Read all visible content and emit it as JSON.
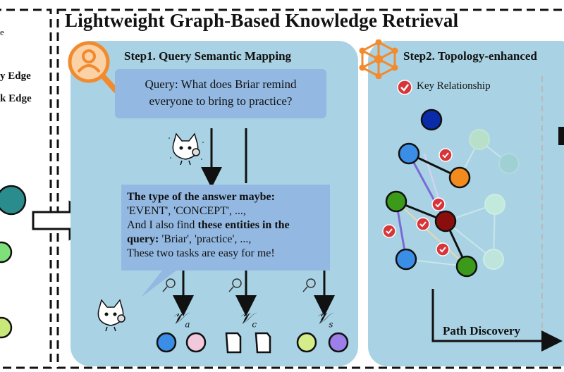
{
  "title": "Lightweight Graph-Based Knowledge Retrieval",
  "legend": {
    "item1": "y Edge",
    "item2": "k Edge",
    "fragment": "e"
  },
  "step1": {
    "title": "Step1. Query Semantic Mapping",
    "query_line1": "Query: What does Briar remind",
    "query_line2": "everyone to bring to practice?",
    "answer_bold1": "The type of the answer maybe:",
    "answer_line2": "'EVENT', 'CONCEPT', ...,",
    "answer_line3_prefix": "And I also find ",
    "answer_line3_bold": "these entities in the",
    "answer_line4_bold": "query:",
    "answer_line4_rest": " 'Briar', 'practice', ...,",
    "answer_line5": "These two tasks are easy for me!",
    "v_labels": [
      {
        "base": "𝒱",
        "sub": "a"
      },
      {
        "base": "𝒱",
        "sub": "c"
      },
      {
        "base": "𝒱",
        "sub": "s"
      }
    ]
  },
  "step2": {
    "title": "Step2. Topology-enhanced",
    "key_relationship": "Key Relationship",
    "path_discovery": "Path Discovery"
  },
  "colors": {
    "panel": "#a9d3e4",
    "box": "#93b9e2",
    "icon_orange": "#f28a2e",
    "node_blue": "#3a8ee6",
    "node_navy": "#0a2ca8",
    "node_orange": "#f28a1e",
    "node_green": "#3c9a1a",
    "node_darkred": "#8a0e0e",
    "node_teal": "#2a8c8c"
  }
}
